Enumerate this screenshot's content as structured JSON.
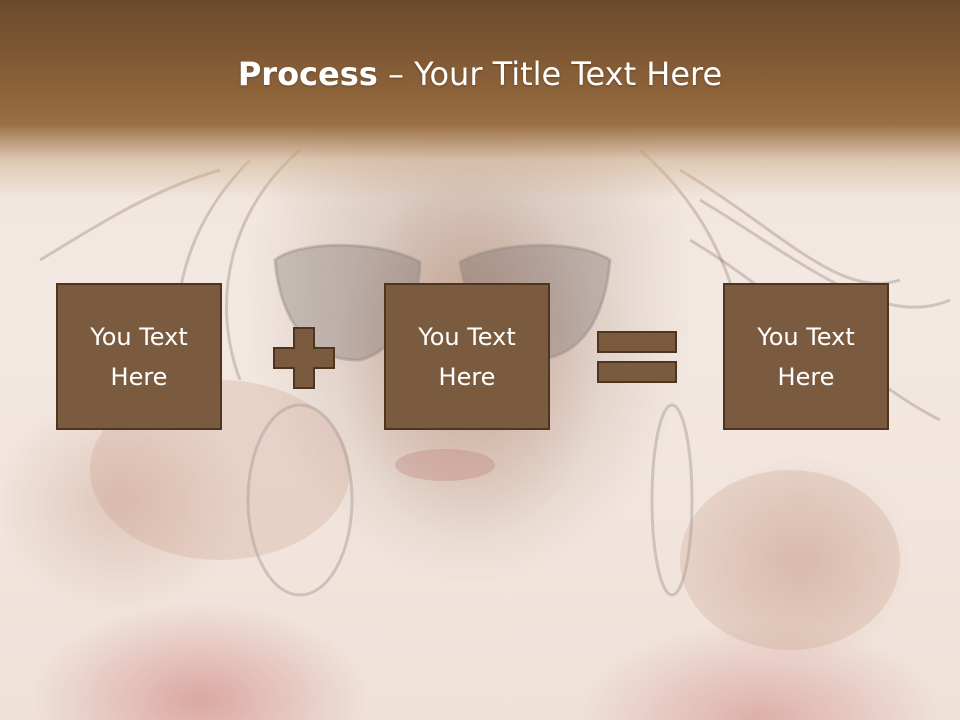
{
  "title": {
    "bold": "Process",
    "rest": " – Your Title Text Here"
  },
  "boxes": [
    {
      "label": "You Text Here"
    },
    {
      "label": "You Text Here"
    },
    {
      "label": "You Text Here"
    }
  ],
  "operators": [
    "plus-icon",
    "equals-icon"
  ],
  "colors": {
    "title_band": "#8c6239",
    "box_fill": "#7b5b3f",
    "box_border": "#4f3420",
    "text": "#ffffff"
  }
}
